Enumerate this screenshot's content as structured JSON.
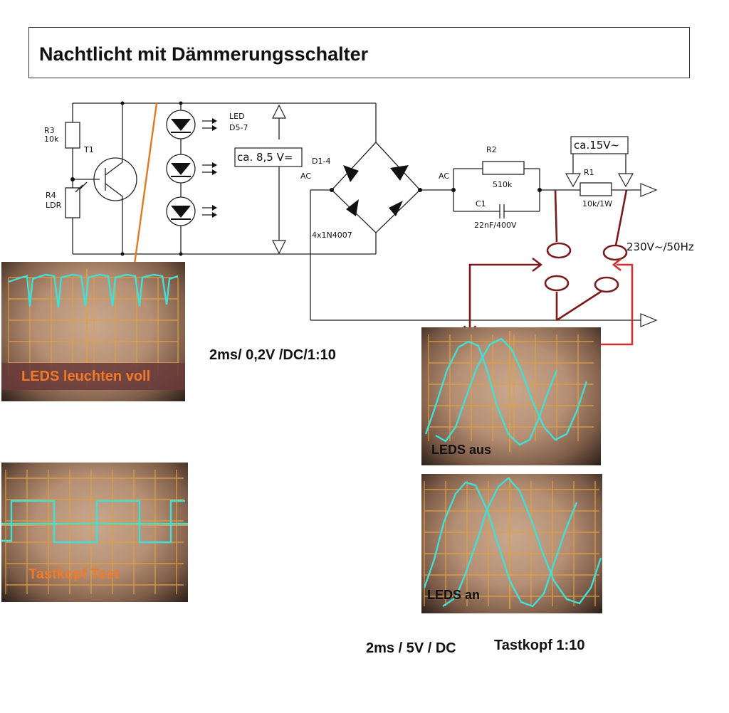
{
  "title": "Nachtlicht mit Dämmerungsschalter",
  "labels": {
    "r3": "R3",
    "r3_value": "10k",
    "t1": "T1",
    "r4": "R4",
    "ldr": "LDR",
    "led": "LED",
    "led_range": "D5-7",
    "dc_voltage": "ca. 8,5 V=",
    "bridge": "D1-4",
    "bridge_part": "4x1N4007",
    "ac_left": "AC",
    "ac_right": "AC",
    "r2": "R2",
    "r2_value": "510k",
    "c1": "C1",
    "c1_value": "22nF/400V",
    "r1": "R1",
    "r1_value": "10k/1W",
    "ac_voltage": "ca.15V~",
    "mains": "230V~/50Hz"
  },
  "scopes": {
    "scope1_caption": "LEDS leuchten voll",
    "scope2_caption": "Tastkopf Test",
    "scope3_caption": "LEDS aus",
    "scope4_caption": "LEDS an"
  },
  "settings": {
    "left": "2ms/ 0,2V /DC/1:10",
    "bottom_a": "2ms /  5V  / DC",
    "bottom_b": "Tastkopf 1:10"
  },
  "colors": {
    "trace": "#3fe0d8",
    "grid": "#e0a040",
    "probe_orange": "#e07a20",
    "probe_red": "#d03030",
    "probe_dark": "#7a1a1a"
  }
}
